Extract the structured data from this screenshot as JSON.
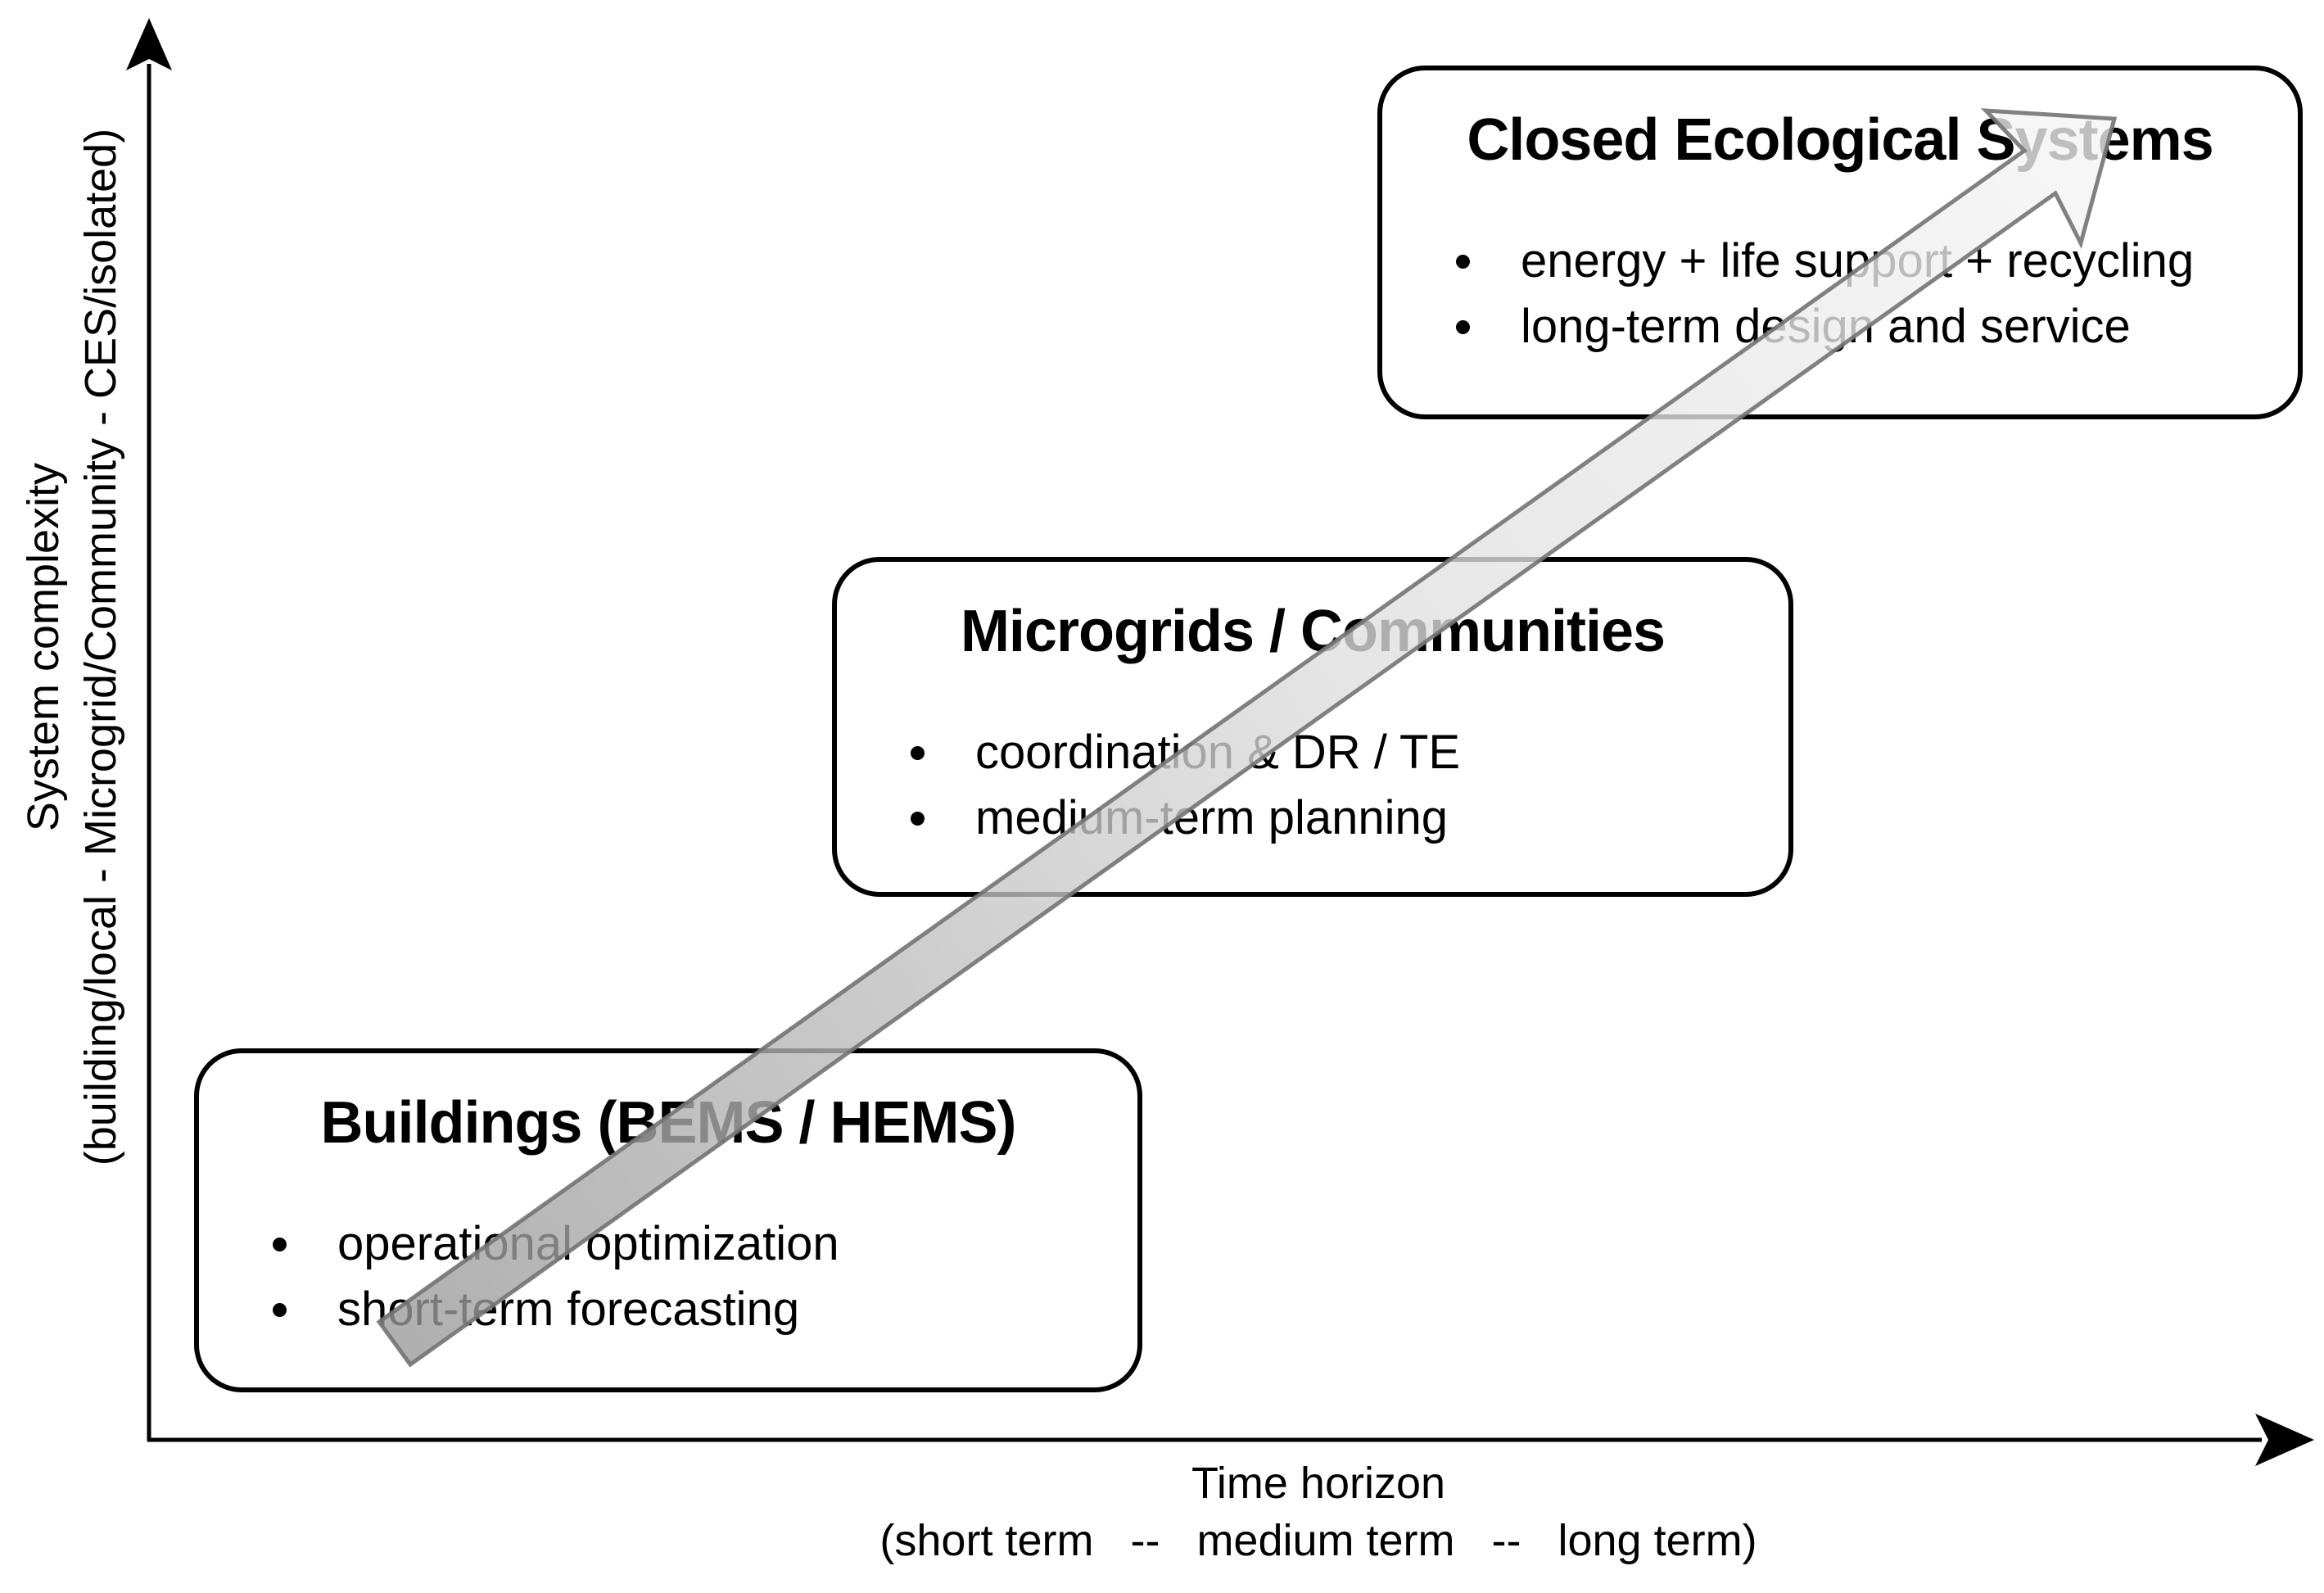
{
  "y_axis": {
    "label_line1": "System complexity",
    "label_line2": "(building/local - Microgrid/Community - CES/isolated)"
  },
  "x_axis": {
    "label_line1": "Time horizon",
    "label_line2": "(short term   --   medium term   --   long term)"
  },
  "boxes": [
    {
      "id": "buildings",
      "title": "Buildings (BEMS / HEMS)",
      "bullets": [
        "operational optimization",
        "short-term forecasting"
      ]
    },
    {
      "id": "microgrids",
      "title": "Microgrids / Communities",
      "bullets": [
        "coordination & DR / TE",
        "medium-term planning"
      ]
    },
    {
      "id": "ces",
      "title": "Closed Ecological Systems",
      "bullets": [
        "energy + life support + recycling",
        "long-term design and service"
      ]
    }
  ],
  "arrow": {
    "meaning": "progression from short-term building-level systems to long-term closed ecological systems"
  },
  "colors": {
    "background": "#ffffff",
    "text": "#000000",
    "box_border": "#000000",
    "axis": "#000000",
    "arrow_fill_start": "#999999",
    "arrow_fill_mid": "#dedede",
    "arrow_fill_end": "#f5f5f5",
    "arrow_stroke": "#737373"
  }
}
